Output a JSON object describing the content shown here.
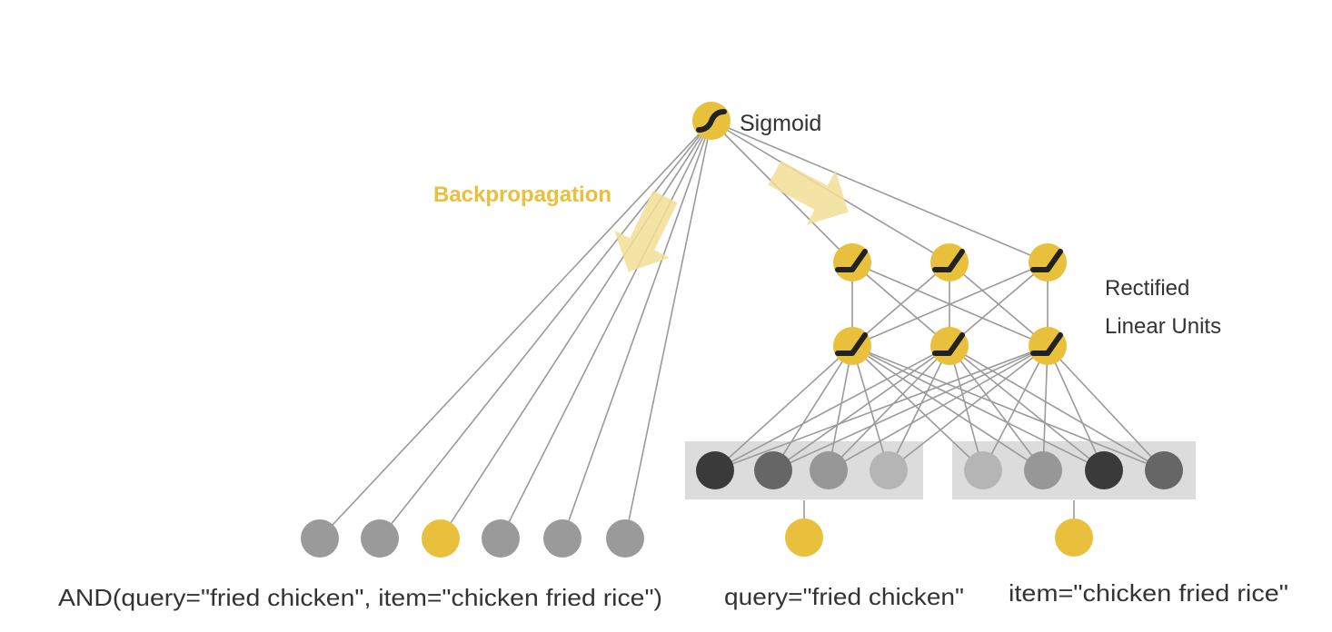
{
  "colors": {
    "accent": "#E9C03B",
    "arrow": "#F1DE95",
    "line": "#9A9A9A",
    "box": "#DCDCDC",
    "node_gray": "#9A9A9A",
    "text": "#333333",
    "shade_dark": "#3A3A3A",
    "shade_mid": "#666666",
    "shade_light": "#979797",
    "shade_pale": "#B5B5B5"
  },
  "labels": {
    "sigmoid": "Sigmoid",
    "backpropagation": "Backpropagation",
    "relu_line1": "Rectified",
    "relu_line2": "Linear Units",
    "cross_feature": "AND(query=\"fried chicken\", item=\"chicken fried rice\")",
    "query_feature": "query=\"fried chicken\"",
    "item_feature": "item=\"chicken fried rice\""
  },
  "icons": {
    "sigmoid_unit": "sigmoid-curve-icon",
    "relu_unit": "relu-curve-icon",
    "backprop_arrow": "arrow-icon"
  },
  "wide_part": {
    "inputs": [
      "gray",
      "gray",
      "yellow",
      "gray",
      "gray",
      "gray"
    ]
  },
  "deep_part": {
    "hidden_layers": 2,
    "units_per_layer": 3,
    "embeddings": [
      {
        "feature": "query",
        "shades": [
          "dark",
          "mid",
          "light",
          "pale"
        ]
      },
      {
        "feature": "item",
        "shades": [
          "pale",
          "light",
          "dark",
          "mid"
        ]
      }
    ]
  }
}
